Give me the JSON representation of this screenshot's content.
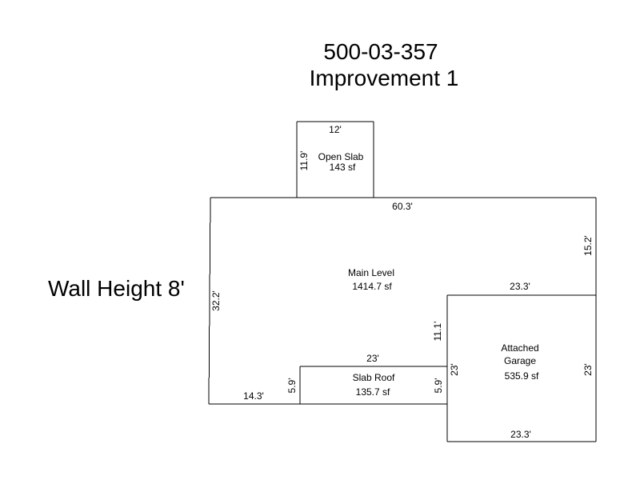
{
  "header": {
    "parcel_id": "500-03-357",
    "improvement": "Improvement 1"
  },
  "wall_height": "Wall Height 8'",
  "areas": {
    "open_slab": {
      "name": "Open Slab",
      "size": "143 sf"
    },
    "main_level": {
      "name": "Main Level",
      "size": "1414.7 sf"
    },
    "attached_garage": {
      "name_line1": "Attached",
      "name_line2": "Garage",
      "size": "535.9 sf"
    },
    "slab_roof": {
      "name": "Slab Roof",
      "size": "135.7 sf"
    }
  },
  "dimensions": {
    "open_slab_top": "12'",
    "open_slab_side": "11.9'",
    "main_top": "60.3'",
    "main_right": "15.2'",
    "main_left": "32.2'",
    "main_bottom_left": "14.3'",
    "main_step": "11.1'",
    "garage_top": "23.3'",
    "garage_left": "23'",
    "garage_right": "23'",
    "garage_bottom": "23.3'",
    "slab_roof_top": "23'",
    "slab_roof_left": "5.9'",
    "slab_roof_right": "5.9'"
  }
}
